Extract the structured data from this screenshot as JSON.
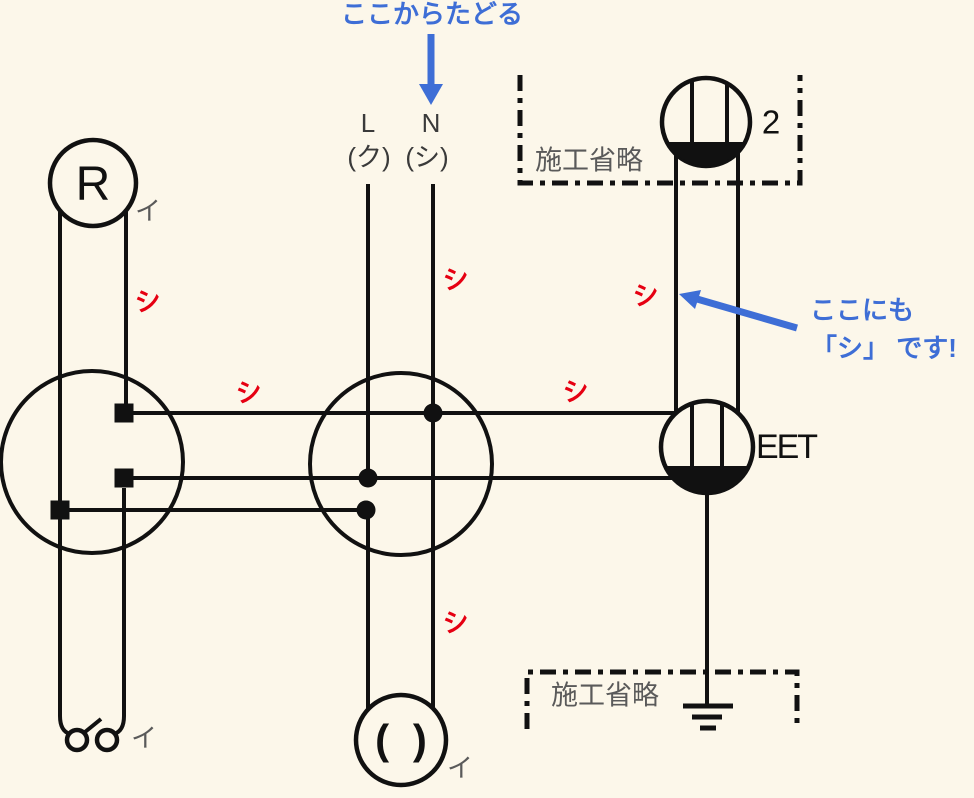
{
  "annotations": {
    "trace_from_here": "ここからたどる",
    "here_too_line1": "ここにも",
    "here_too_line2": "「シ」 です!"
  },
  "source": {
    "live": "L",
    "live_mark": "(ク)",
    "neutral": "N",
    "neutral_mark": "(シ)"
  },
  "construction_omitted": "施工省略",
  "wire_mark_neutral": "シ",
  "circuit_mark": "イ",
  "components": {
    "lamp_receptacle": "R",
    "double_outlet": "2",
    "earth_outlet": "EET",
    "ceiling_rose": "( )"
  },
  "colors": {
    "background": "#fcf7ea",
    "line": "#111111",
    "neutral_mark_red": "#e60012",
    "annotation_blue": "#3e6ed6",
    "label_grey": "#5a5a5a"
  }
}
